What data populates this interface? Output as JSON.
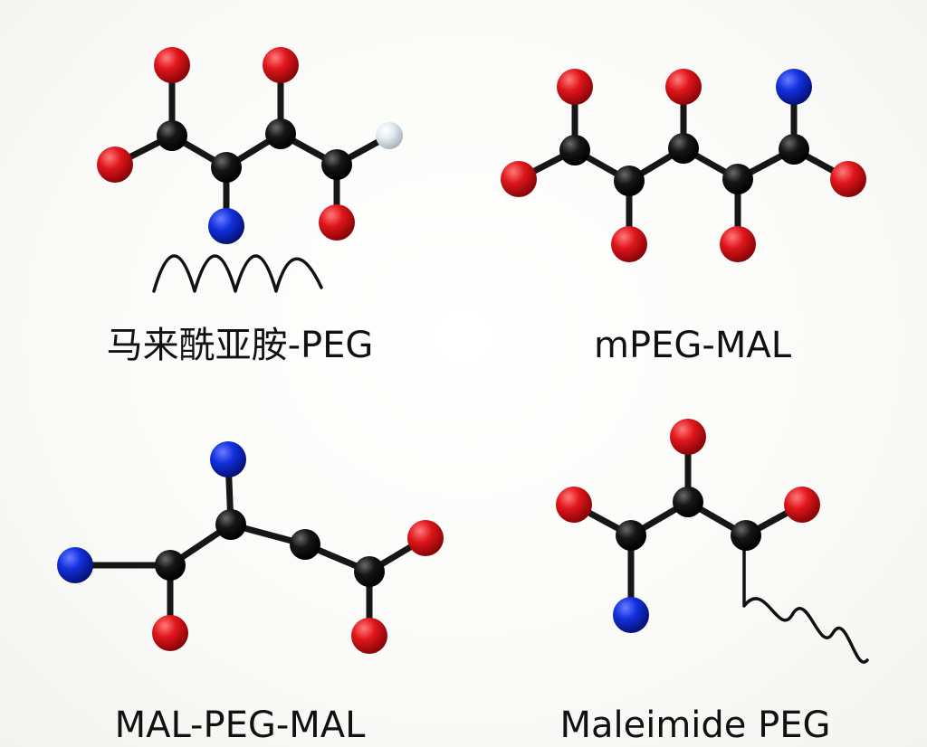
{
  "colors": {
    "carbon": "#161616",
    "oxygen": "#e0161b",
    "nitrogen": "#1230dd",
    "hydrogen": "#e4ecf1",
    "bond": "#161616",
    "chain": "#111111"
  },
  "molecules": [
    {
      "name": "马来酰亚胺-PEG",
      "has_peg_chain": true
    },
    {
      "name": "mPEG-MAL",
      "has_peg_chain": false
    },
    {
      "name": "MAL-PEG-MAL",
      "has_peg_chain": false
    },
    {
      "name": "Maleimide PEG",
      "has_peg_chain": true
    }
  ]
}
